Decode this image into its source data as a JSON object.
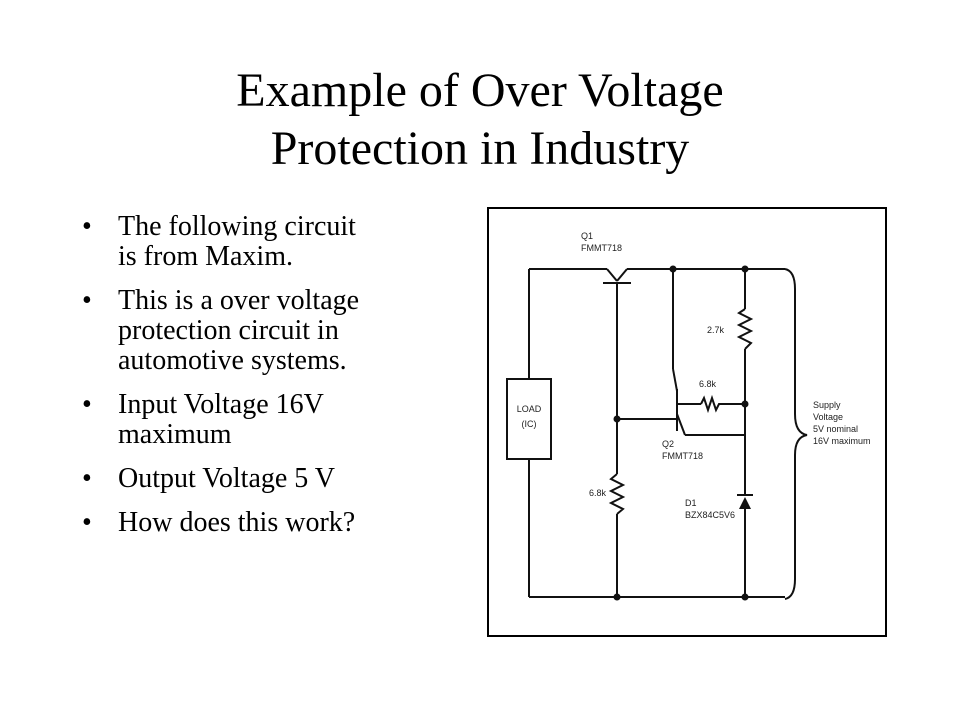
{
  "slide": {
    "title_line1": "Example of Over Voltage",
    "title_line2": "Protection in Industry",
    "bullets": [
      {
        "lines": [
          "The following circuit",
          "is from Maxim."
        ]
      },
      {
        "lines": [
          "This is a over voltage",
          "protection circuit in",
          "automotive systems."
        ]
      },
      {
        "lines": [
          "Input Voltage 16V",
          "maximum"
        ]
      },
      {
        "lines": [
          "Output Voltage 5 V"
        ]
      },
      {
        "lines": [
          "How does this work?"
        ]
      }
    ],
    "bullet_glyph": "•"
  },
  "circuit": {
    "q1_ref": "Q1",
    "q1_part": "FMMT718",
    "q2_ref": "Q2",
    "q2_part": "FMMT718",
    "d1_ref": "D1",
    "d1_part": "BZX84C5V6",
    "r_top": "2.7k",
    "r_mid": "6.8k",
    "r_left": "6.8k",
    "load_line1": "LOAD",
    "load_line2": "(IC)",
    "supply_lines": [
      "Supply",
      "Voltage",
      "5V nominal",
      "16V maximum"
    ]
  }
}
